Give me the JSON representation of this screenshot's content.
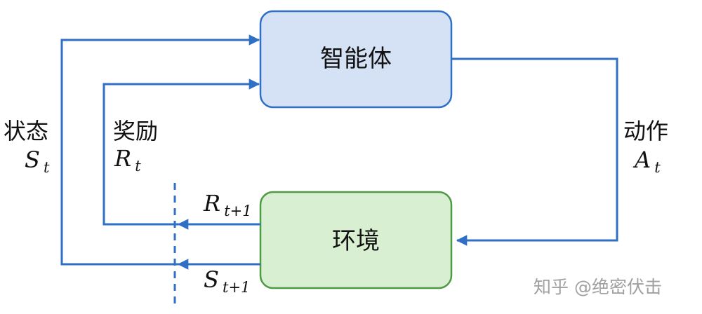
{
  "colors": {
    "arrow": "#2f6fc6",
    "agent_fill": "#d5e1f4",
    "agent_stroke": "#2f6fc6",
    "env_fill": "#d9efd1",
    "env_stroke": "#4f9a44",
    "text": "#111111",
    "watermark": "#a0a0a0"
  },
  "nodes": {
    "agent": {
      "label": "智能体"
    },
    "environment": {
      "label": "环境"
    }
  },
  "labels": {
    "state": {
      "text": "状态",
      "symbol": "S",
      "subscript": "t"
    },
    "reward": {
      "text": "奖励",
      "symbol": "R",
      "subscript": "t"
    },
    "action": {
      "text": "动作",
      "symbol": "A",
      "subscript": "t"
    },
    "next_reward": {
      "symbol": "R",
      "subscript": "t+1"
    },
    "next_state": {
      "symbol": "S",
      "subscript": "t+1"
    }
  },
  "watermark": {
    "text": "知乎 @绝密伏击"
  }
}
